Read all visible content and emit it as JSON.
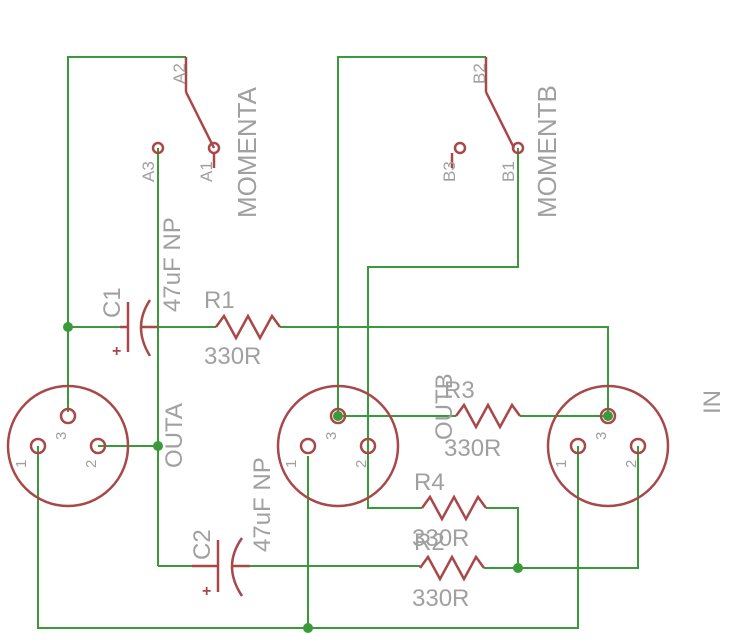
{
  "components": {
    "switch_a": {
      "name": "MOMENTA",
      "pin1": "A1",
      "pin2": "A2",
      "pin3": "A3"
    },
    "switch_b": {
      "name": "MOMENTB",
      "pin1": "B1",
      "pin2": "B2",
      "pin3": "B3"
    },
    "c1": {
      "name": "C1",
      "value": "47uF NP"
    },
    "c2": {
      "name": "C2",
      "value": "47uF NP"
    },
    "r1": {
      "name": "R1",
      "value": "330R"
    },
    "r2": {
      "name": "R2",
      "value": "330R"
    },
    "r3": {
      "name": "R3",
      "value": "330R"
    },
    "r4": {
      "name": "R4",
      "value": "330R"
    },
    "xlr_outa": {
      "name": "OUTA",
      "pin1": "1",
      "pin2": "2",
      "pin3": "3"
    },
    "xlr_outb": {
      "name": "OUTB",
      "pin1": "1",
      "pin2": "2",
      "pin3": "3"
    },
    "xlr_in": {
      "name": "IN",
      "pin1": "1",
      "pin2": "2",
      "pin3": "3"
    },
    "capacitor_polarity": "+"
  },
  "colors": {
    "wire": "#3a9a3a",
    "part": "#a84848",
    "label": "#a0a0a0",
    "background": "#ffffff"
  }
}
